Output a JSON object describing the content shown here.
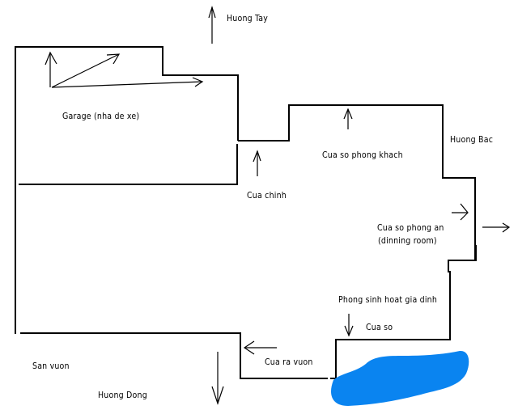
{
  "diagram": {
    "type": "floor-plan-sketch",
    "colors": {
      "line": "#000000",
      "pond": "#0a84f0",
      "background": "#ffffff"
    },
    "labels": {
      "north_west": "Huong Tay",
      "garage": "Garage (nha de xe)",
      "main_door": "Cua chinh",
      "living_window": "Cua so phong khach",
      "north": "Huong Bac",
      "dining_window_line1": "Cua so phong an",
      "dining_window_line2": "(dinning room)",
      "family_room": "Phong sinh hoat gia dinh",
      "window": "Cua so",
      "garden_door": "Cua ra vuon",
      "yard": "San vuon",
      "east": "Huong Dong"
    },
    "icons": [
      "arrow-up-icon",
      "arrow-right-icon",
      "arrow-left-icon",
      "arrow-down-icon",
      "pond-blob"
    ]
  }
}
